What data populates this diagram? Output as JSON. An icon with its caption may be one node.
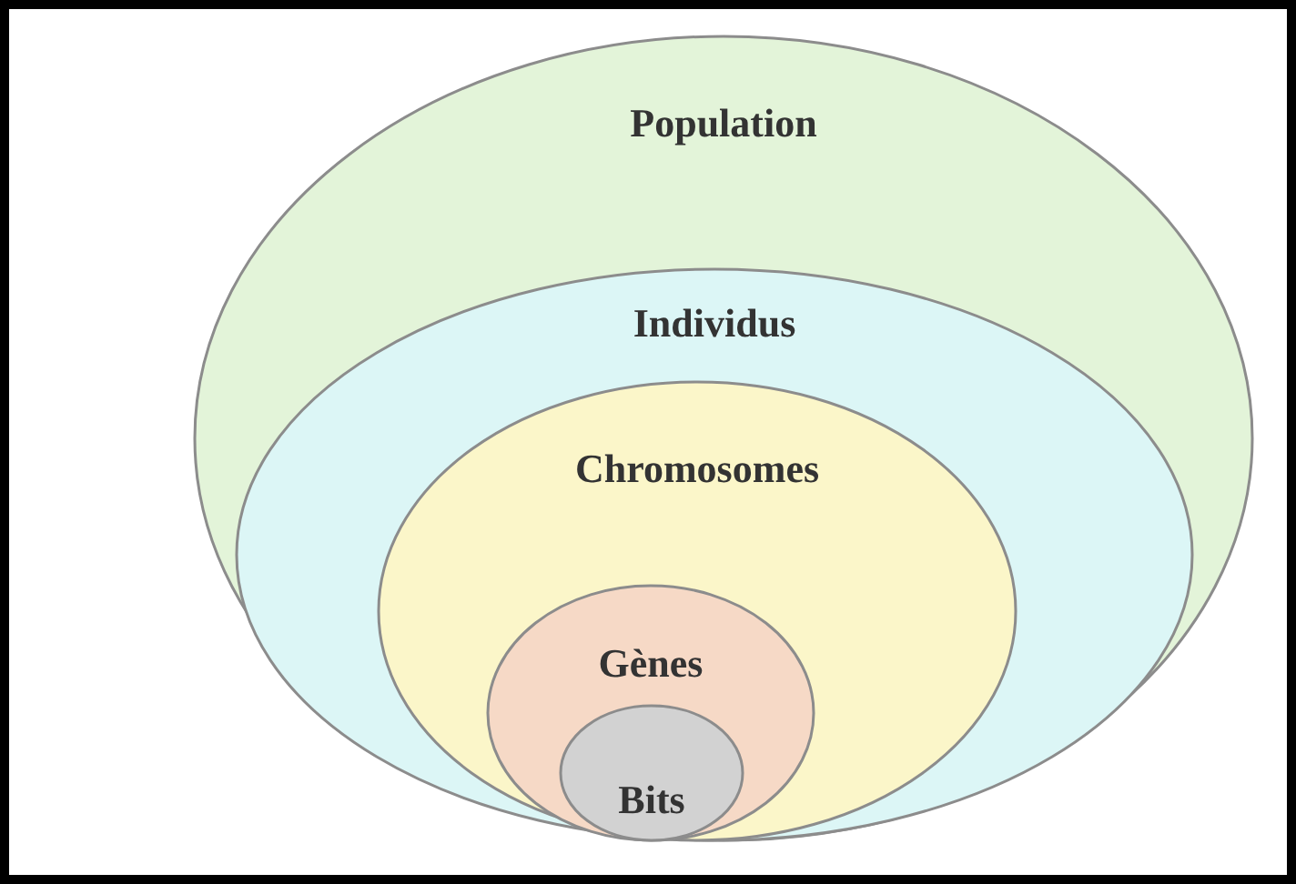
{
  "diagram": {
    "nodes": [
      {
        "text": [
          "Population"
        ]
      },
      {
        "text": [
          "Individus"
        ],
        "in": 0
      },
      {
        "text": [
          "Chromosomes"
        ],
        "in": 1
      },
      {
        "text": [
          "Gènes"
        ],
        "in": 2
      },
      {
        "text": [
          "Bits"
        ],
        "in": 3
      }
    ]
  }
}
